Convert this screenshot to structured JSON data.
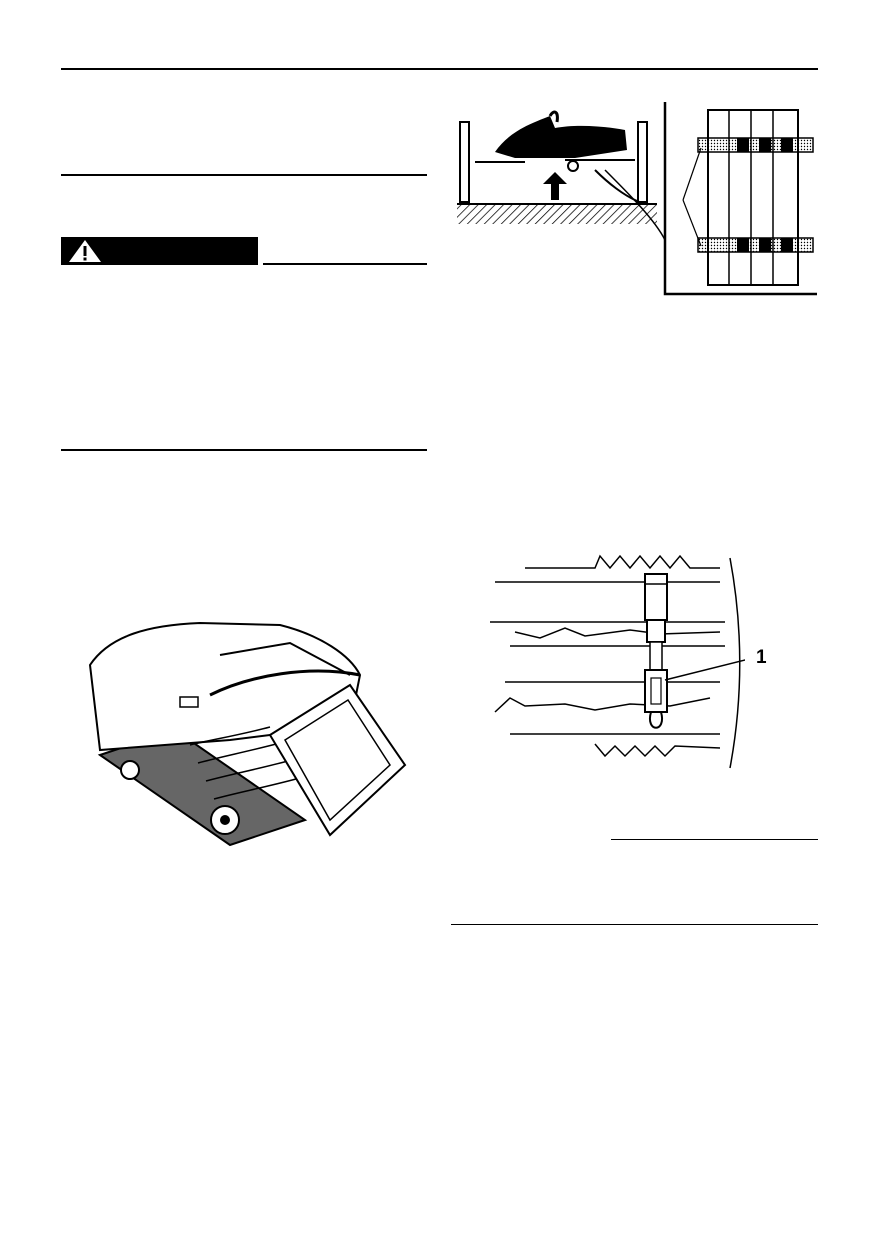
{
  "figures": {
    "jack_stand": {
      "icon": "snowmobile-lifted-on-stand"
    },
    "track_detail": {
      "icon": "track-section-closeup"
    },
    "rear_track": {
      "icon": "snowmobile-rear-track"
    },
    "tension_gauge": {
      "icon": "track-tension-gauge",
      "callouts": [
        "1"
      ]
    }
  },
  "warning": {
    "icon": "warning-triangle-icon"
  },
  "colors": {
    "ink": "#000000",
    "paper": "#ffffff"
  }
}
